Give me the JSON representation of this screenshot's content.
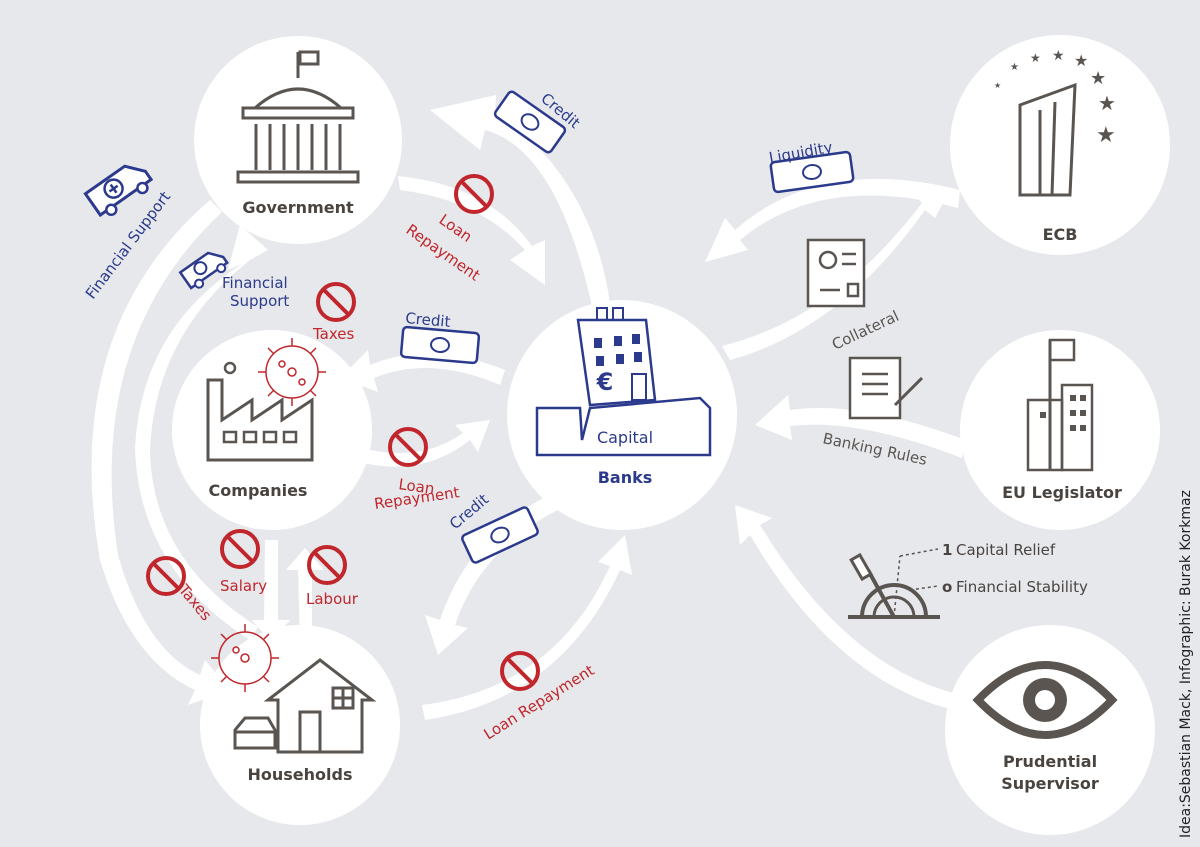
{
  "nodes": {
    "government": "Government",
    "companies": "Companies",
    "households": "Households",
    "banks": "Banks",
    "banks_capital": "Capital",
    "ecb": "ECB",
    "eu_legislator": "EU Legislator",
    "supervisor_line1": "Prudential",
    "supervisor_line2": "Supervisor"
  },
  "flows": {
    "credit_banks_government": "Credit",
    "loan_repayment_government_1": "Loan",
    "loan_repayment_government_2": "Repayment",
    "financial_support_outer": "Financial Support",
    "financial_support_inner_1": "Financial",
    "financial_support_inner_2": "Support",
    "taxes_companies": "Taxes",
    "credit_banks_companies": "Credit",
    "loan_repayment_companies_1": "Loan",
    "loan_repayment_companies_2": "Repayment",
    "credit_banks_households": "Credit",
    "salary": "Salary",
    "labour": "Labour",
    "taxes_households": "Taxes",
    "loan_repayment_households": "Loan Repayment",
    "liquidity": "Liquidity",
    "collateral": "Collateral",
    "banking_rules": "Banking Rules"
  },
  "lever": {
    "option_1_num": "1",
    "option_1_label": "Capital Relief",
    "option_0_num": "o",
    "option_0_label": "Financial Stability"
  },
  "credit": "Idea:Sebastian Mack, Infographic: Burak Korkmaz",
  "colors": {
    "background": "#e6e8ec",
    "node_fill": "#ffffff",
    "blue": "#2b3a8c",
    "red": "#c0262b",
    "gray": "#5a5550"
  }
}
